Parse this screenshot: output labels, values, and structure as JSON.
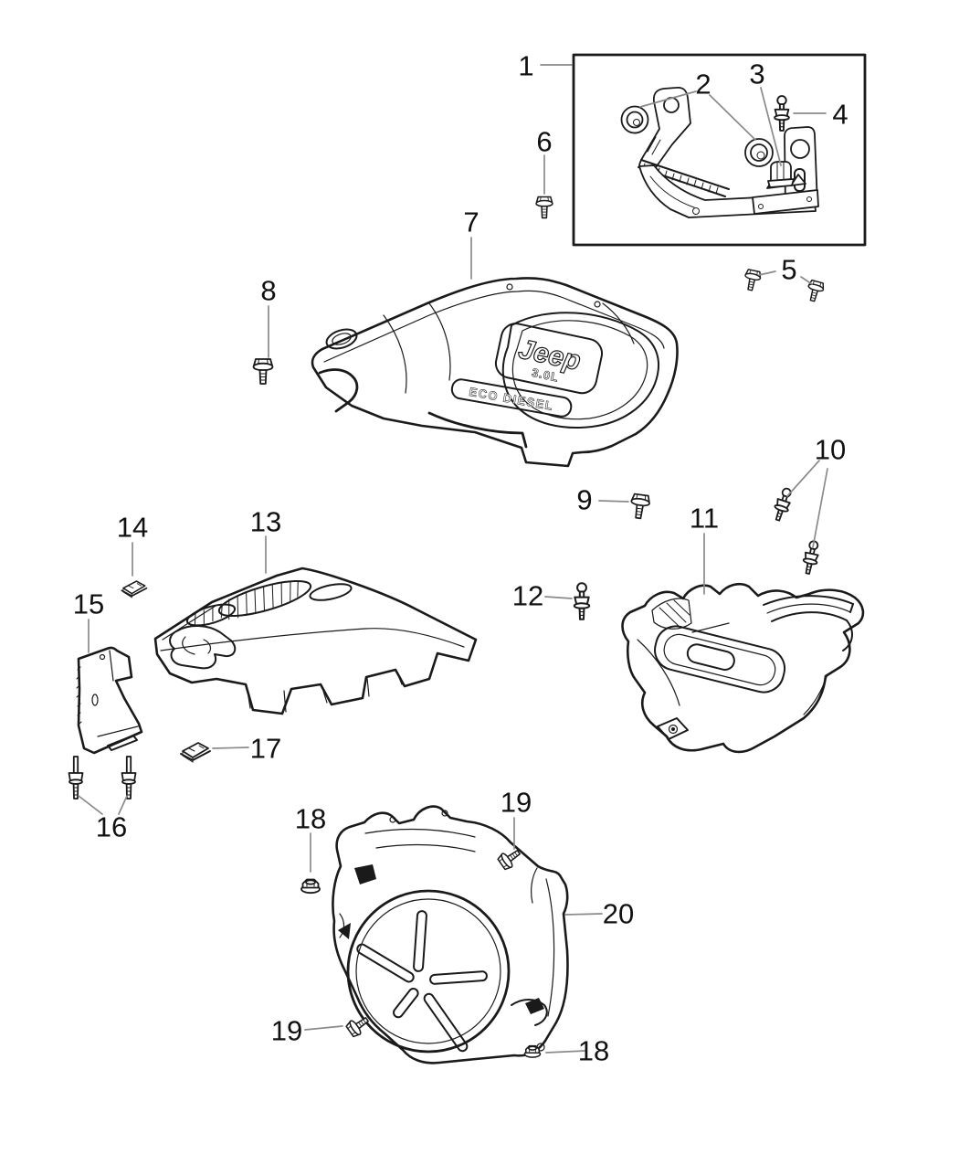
{
  "figure": {
    "type": "exploded-parts-diagram",
    "description": "Engine appearance cover and related mounting hardware, exploded view with numbered callouts",
    "background_color": "#ffffff",
    "outline_color": "#1a1a1a",
    "leader_line_color": "#8a8a8a",
    "label_color": "#111111"
  },
  "engine_cover_badge": {
    "brand": "Jeep",
    "displacement": "3.0L",
    "badge": "ECO DIESEL"
  },
  "callouts": {
    "n1": "1",
    "n2": "2",
    "n3": "3",
    "n4": "4",
    "n5": "5",
    "n6": "6",
    "n7": "7",
    "n8": "8",
    "n9": "9",
    "n10": "10",
    "n11": "11",
    "n12": "12",
    "n13": "13",
    "n14": "14",
    "n15": "15",
    "n16": "16",
    "n17": "17",
    "n18": "18",
    "n18b": "18",
    "n19": "19",
    "n19b": "19",
    "n20": "20"
  }
}
